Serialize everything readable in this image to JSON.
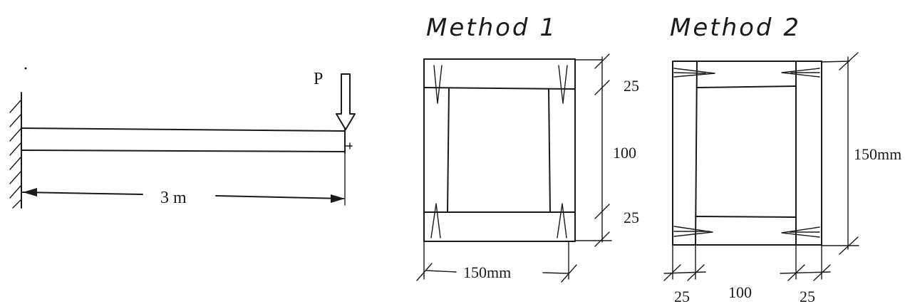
{
  "beam": {
    "load_label": "P",
    "span_label": "3 m"
  },
  "method1": {
    "title": "Method 1",
    "dim_top_flange": "25",
    "dim_web_height": "100",
    "dim_bottom_flange": "25",
    "dim_width": "150mm"
  },
  "method2": {
    "title": "Method 2",
    "dim_height": "150mm",
    "dim_left_web": "25",
    "dim_middle": "100",
    "dim_right_web": "25"
  }
}
